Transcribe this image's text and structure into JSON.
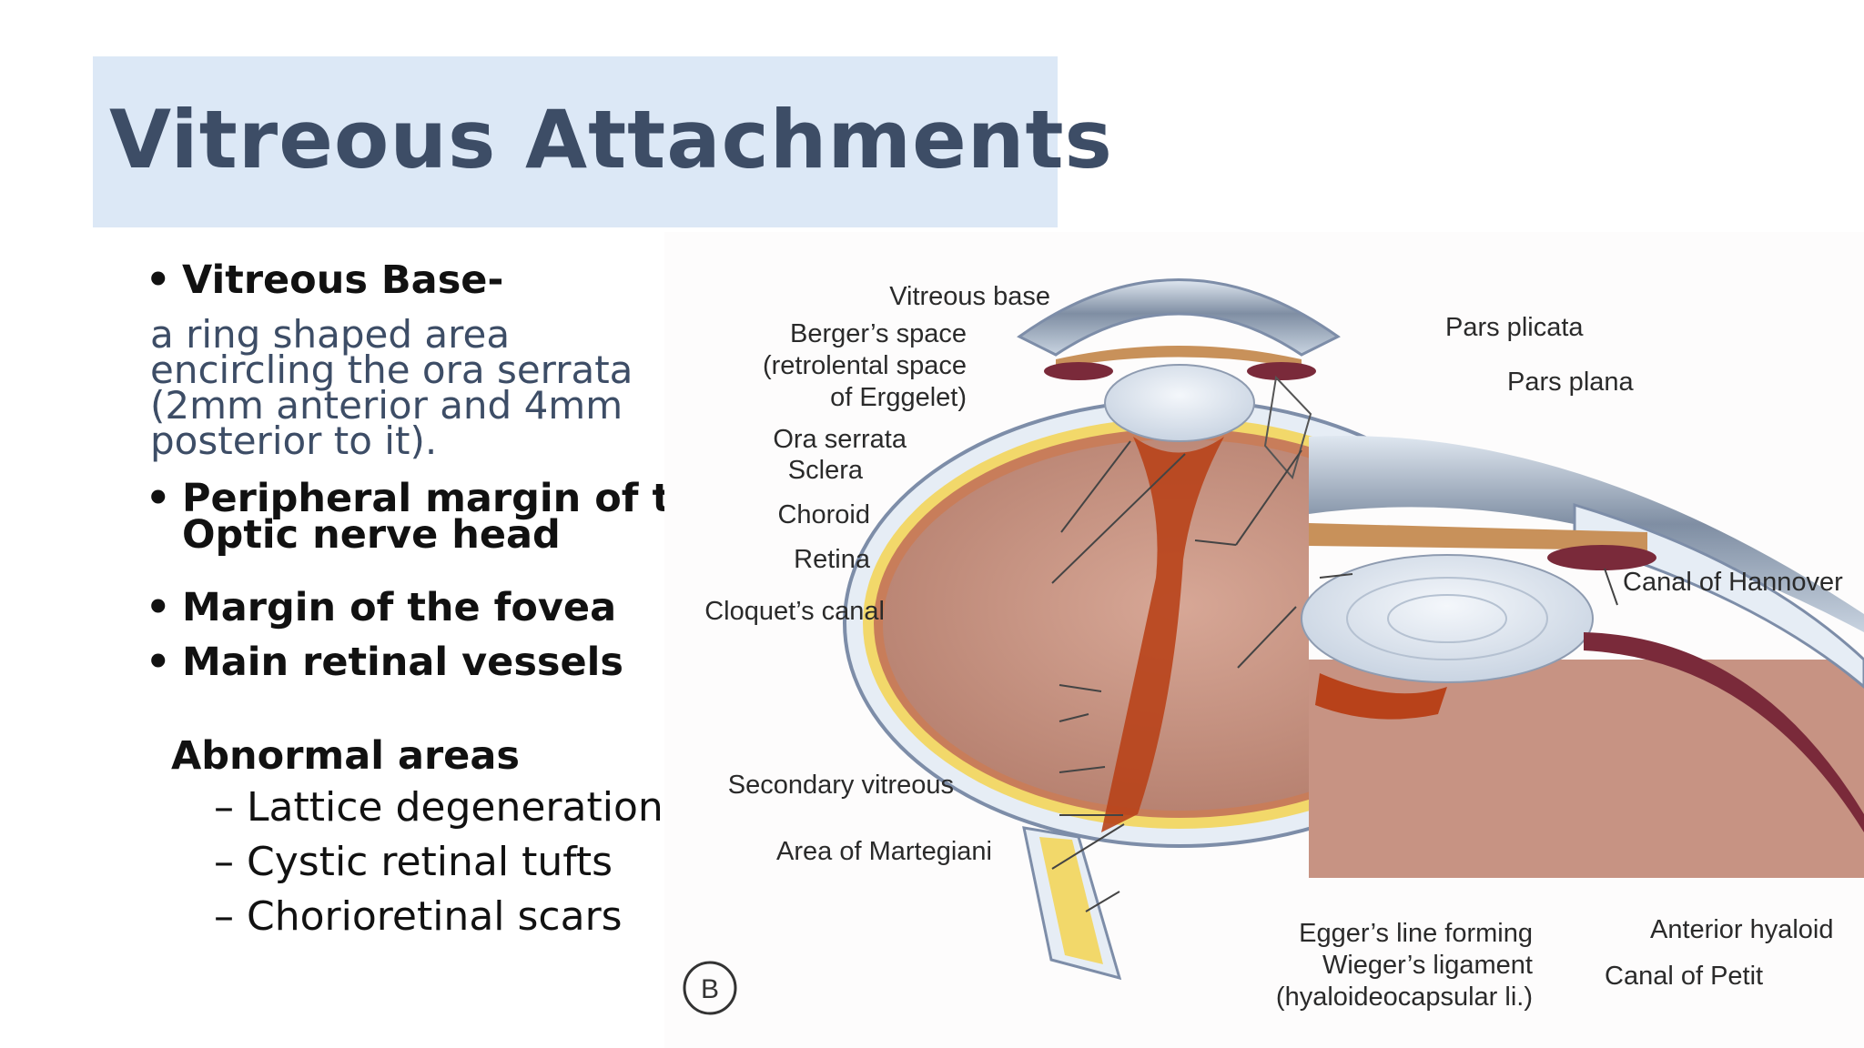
{
  "slide": {
    "title": "Vitreous Attachments",
    "bullets": [
      {
        "heading": "Vitreous Base-",
        "description": [
          "a ring shaped area",
          "encircling the ora serrata",
          "(2mm anterior and 4mm",
          "posterior to it)."
        ]
      },
      {
        "heading_lines": [
          "Peripheral margin of the",
          "Optic nerve head"
        ]
      },
      {
        "heading": "Margin of the fovea"
      },
      {
        "heading": "Main retinal vessels"
      }
    ],
    "abnormal": {
      "title": "Abnormal areas",
      "items": [
        "Lattice degeneration",
        "Cystic retinal tufts",
        "Chorioretinal scars"
      ]
    }
  },
  "diagram": {
    "panel_letter": "B",
    "labels": {
      "vitreous_base": "Vitreous base",
      "bergers_1": "Berger’s space",
      "bergers_2": "(retrolental space",
      "bergers_3": "of Erggelet)",
      "ora_serrata": "Ora serrata",
      "sclera": "Sclera",
      "choroid": "Choroid",
      "retina": "Retina",
      "cloquet": "Cloquet’s canal",
      "secondary_vitreous": "Secondary vitreous",
      "martegiani": "Area of Martegiani",
      "pars_plicata": "Pars plicata",
      "pars_plana": "Pars plana",
      "hannover": "Canal of Hannover",
      "anterior_hyaloid": "Anterior hyaloid",
      "petit": "Canal of Petit",
      "egger_1": "Egger’s line forming",
      "egger_2": "Wieger’s ligament",
      "egger_3": "(hyaloideocapsular li.)"
    }
  },
  "colors": {
    "title_band": "#dce8f6",
    "title_text": "#3d4d66",
    "sclera": "#e6edf5",
    "choroid_yellow": "#f2d86a",
    "vitreous": "#c79383",
    "canal": "#b8421a"
  }
}
